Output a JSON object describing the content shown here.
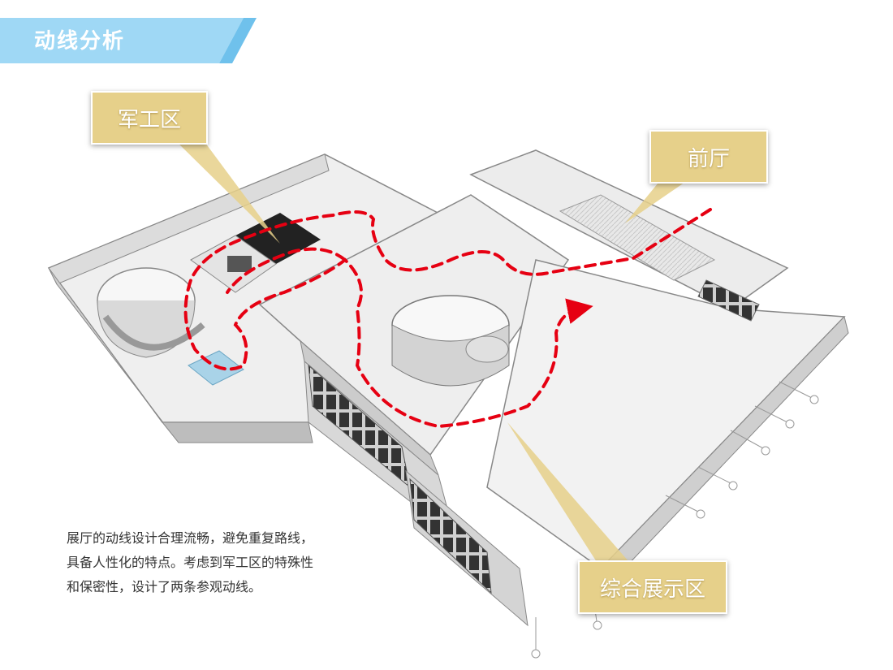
{
  "header": {
    "title": "动线分析",
    "color": "#9fd8f5"
  },
  "callouts": {
    "military": "军工区",
    "lobby": "前厅",
    "exhibit": "综合展示区",
    "color": "#e6d08a"
  },
  "description": {
    "lines": [
      "展厅的动线设计合理流畅，避免重复路线，",
      "具备人性化的特点。考虑到军工区的特殊性",
      "和保密性，设计了两条参观动线。"
    ]
  },
  "route_color": "#e60012"
}
